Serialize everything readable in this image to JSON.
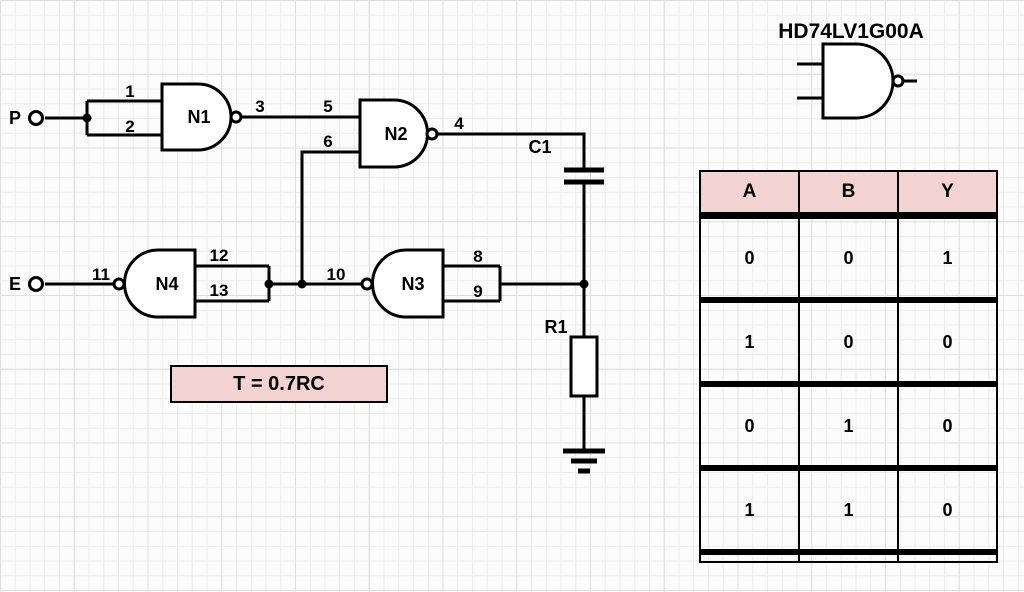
{
  "colors": {
    "accent_pink": "#f3d2d2",
    "line_black": "#000000",
    "grid_minor": "#ececec",
    "grid_major": "#dedede"
  },
  "chip": {
    "title": "HD74LV1G00A"
  },
  "formula": {
    "text": "T = 0.7RC"
  },
  "circuit": {
    "terminals": {
      "p": "P",
      "e": "E"
    },
    "gates": {
      "n1": "N1",
      "n2": "N2",
      "n3": "N3",
      "n4": "N4"
    },
    "components": {
      "capacitor": "C1",
      "resistor": "R1"
    },
    "pins": {
      "p1": "1",
      "p2": "2",
      "p3": "3",
      "p4": "4",
      "p5": "5",
      "p6": "6",
      "p8": "8",
      "p9": "9",
      "p10": "10",
      "p11": "11",
      "p12": "12",
      "p13": "13"
    }
  },
  "truth_table": {
    "headers": [
      "A",
      "B",
      "Y"
    ],
    "rows": [
      [
        "0",
        "0",
        "1"
      ],
      [
        "1",
        "0",
        "0"
      ],
      [
        "0",
        "1",
        "0"
      ],
      [
        "1",
        "1",
        "0"
      ]
    ]
  }
}
